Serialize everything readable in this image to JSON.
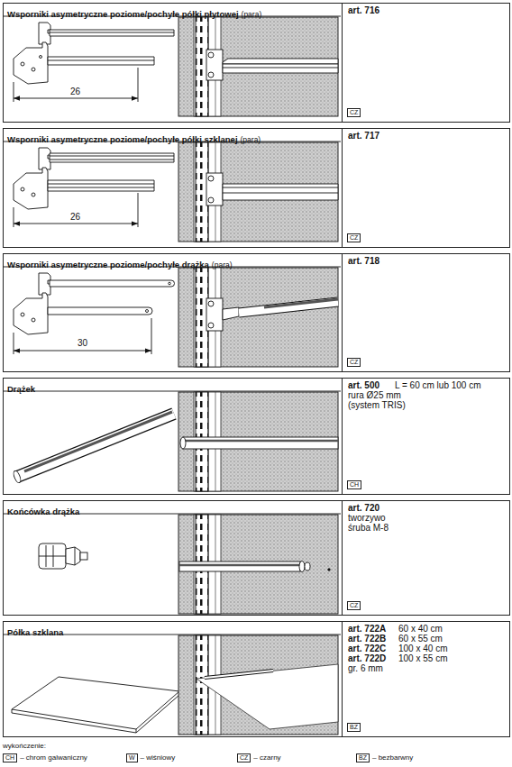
{
  "diagram": {
    "nodes": [
      {
        "text": [
          "Wsporniki asymetryczne poziome/pochyłe półki płytowej",
          "(para)"
        ]
      },
      {
        "text": [
          "art. 716"
        ],
        "in": 0
      },
      {
        "text": [
          "CZ"
        ],
        "in": 1
      },
      {
        "text": [
          "Wsporniki asymetryczne poziome/pochyłe półki szklanej",
          "(para)"
        ]
      },
      {
        "text": [
          "art. 717"
        ],
        "in": 3
      },
      {
        "text": [
          "CZ"
        ],
        "in": 4
      },
      {
        "text": [
          "Wsporniki asymetryczne poziome/pochyłe drążka",
          "(para)"
        ]
      },
      {
        "text": [
          "art. 718"
        ],
        "in": 6
      },
      {
        "text": [
          "CZ"
        ],
        "in": 7
      },
      {
        "text": [
          "Drążek"
        ]
      },
      {
        "text": [
          "art. 500",
          "L = 60 cm lub 100 cm",
          "rura Ø25 mm",
          "(system TRIS)"
        ],
        "in": 9
      },
      {
        "text": [
          "CH"
        ],
        "in": 10
      },
      {
        "text": [
          "Końcówka drążka"
        ]
      },
      {
        "text": [
          "art. 720",
          "tworzywo",
          "śruba M-8"
        ],
        "in": 12
      },
      {
        "text": [
          "CZ"
        ],
        "in": 13
      },
      {
        "text": [
          "Półka szklana"
        ]
      },
      {
        "text": [
          "art. 722A",
          "60 x 40 cm",
          "art. 722B",
          "60 x 55 cm",
          "art. 722C",
          "100 x 40 cm",
          "art. 722D",
          "100 x 55 cm",
          "gr. 6 mm"
        ],
        "in": 15
      },
      {
        "text": [
          "BZ"
        ],
        "in": 16
      },
      {
        "text": [
          "CH"
        ]
      },
      {
        "text": [
          "W"
        ]
      },
      {
        "text": [
          "CZ"
        ]
      },
      {
        "text": [
          "BZ"
        ]
      }
    ],
    "labels": [
      "26",
      "26",
      "30",
      "wykończenie:",
      "– chrom galwaniczny",
      "– wiśniowy",
      "– czarny",
      "– bezbarwny"
    ]
  }
}
